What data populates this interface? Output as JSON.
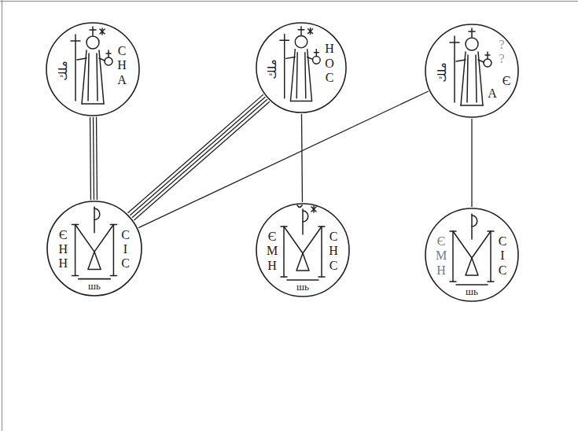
{
  "diagram": {
    "nodes": [
      {
        "text": [
          "ملك",
          "C H A"
        ]
      },
      {
        "text": [
          "ملك",
          "H O C"
        ]
      },
      {
        "text": [
          "ملك",
          "? ?",
          "Є",
          "A"
        ]
      },
      {
        "text": [
          "Є H H",
          "C I C",
          "шь"
        ]
      },
      {
        "text": [
          "Є M H",
          "C H C",
          "шь"
        ]
      },
      {
        "text": [
          "Є M H",
          "C I C",
          "шь"
        ]
      }
    ],
    "edges": [
      {
        "from": 0,
        "to": 3,
        "arrow": "none"
      },
      {
        "from": 1,
        "to": 3,
        "arrow": "none"
      },
      {
        "from": 2,
        "to": 3,
        "arrow": "none"
      },
      {
        "from": 1,
        "to": 4,
        "arrow": "none"
      },
      {
        "from": 2,
        "to": 5,
        "arrow": "none"
      }
    ]
  }
}
